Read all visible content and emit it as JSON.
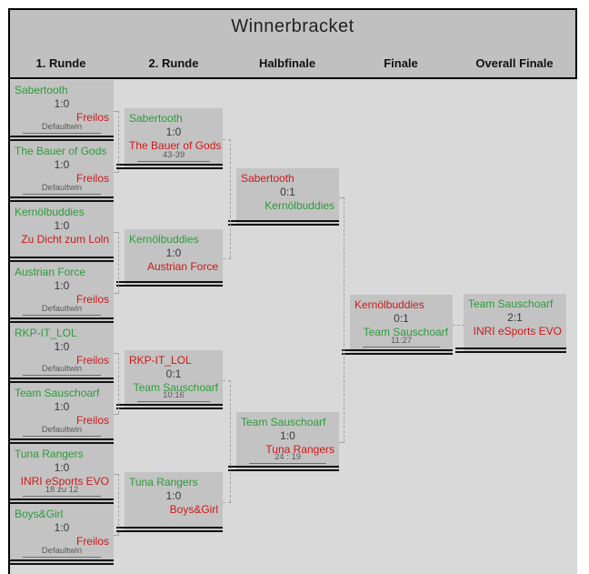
{
  "title": "Winnerbracket",
  "columns": [
    {
      "label": "1. Runde"
    },
    {
      "label": "2. Runde"
    },
    {
      "label": "Halbfinale"
    },
    {
      "label": "Finale"
    },
    {
      "label": "Overall Finale"
    }
  ],
  "colors": {
    "winner": "#2e9b3c",
    "loser": "#cc1a1a",
    "score": "#3a3a3a",
    "note": "#5a5a5a",
    "box_bg": "#c3c3c3",
    "header_bg": "#c0c0c0",
    "area_bg": "#d9d9d9",
    "frame_border": "#000000",
    "double_line": "#111111",
    "connector": "#a3a3a3"
  },
  "rounds": [
    {
      "name": "1. Runde",
      "matches": [
        {
          "t1": "Sabertooth",
          "t2": "Freilos",
          "score": "1:0",
          "winner": 1,
          "note": "Defaultwin"
        },
        {
          "t1": "The Bauer of Gods",
          "t2": "Freilos",
          "score": "1:0",
          "winner": 1,
          "note": "Defaultwin"
        },
        {
          "t1": "Kernölbuddies",
          "t2": "Zu Dicht zum Loln",
          "score": "1:0",
          "winner": 1,
          "note": ""
        },
        {
          "t1": "Austrian Force",
          "t2": "Freilos",
          "score": "1:0",
          "winner": 1,
          "note": "Defaultwin"
        },
        {
          "t1": "RKP-IT_LOL",
          "t2": "Freilos",
          "score": "1:0",
          "winner": 1,
          "note": "Defaultwin"
        },
        {
          "t1": "Team Sauschoarf",
          "t2": "Freilos",
          "score": "1:0",
          "winner": 1,
          "note": "Defaultwin"
        },
        {
          "t1": "Tuna Rangers",
          "t2": "INRI eSports EVO",
          "score": "1:0",
          "winner": 1,
          "note": "18 zu 12"
        },
        {
          "t1": "Boys&Girl",
          "t2": "Freilos",
          "score": "1:0",
          "winner": 1,
          "note": "Defaultwin"
        }
      ]
    },
    {
      "name": "2. Runde",
      "matches": [
        {
          "t1": "Sabertooth",
          "t2": "The Bauer of Gods",
          "score": "1:0",
          "winner": 1,
          "note": "43-39"
        },
        {
          "t1": "Kernölbuddies",
          "t2": "Austrian Force",
          "score": "1:0",
          "winner": 1,
          "note": ""
        },
        {
          "t1": "RKP-IT_LOL",
          "t2": "Team Sauschoarf",
          "score": "0:1",
          "winner": 2,
          "note": "10:16"
        },
        {
          "t1": "Tuna Rangers",
          "t2": "Boys&Girl",
          "score": "1:0",
          "winner": 1,
          "note": ""
        }
      ]
    },
    {
      "name": "Halbfinale",
      "matches": [
        {
          "t1": "Sabertooth",
          "t2": "Kernölbuddies",
          "score": "0:1",
          "winner": 2,
          "note": ""
        },
        {
          "t1": "Team Sauschoarf",
          "t2": "Tuna Rangers",
          "score": "1:0",
          "winner": 1,
          "note": "24 : 19"
        }
      ]
    },
    {
      "name": "Finale",
      "matches": [
        {
          "t1": "Kernölbuddies",
          "t2": "Team Sauschoarf",
          "score": "0:1",
          "winner": 2,
          "note": "11:27"
        }
      ]
    },
    {
      "name": "Overall Finale",
      "matches": [
        {
          "t1": "Team Sauschoarf",
          "t2": "INRI eSports EVO",
          "score": "2:1",
          "winner": 1,
          "note": ""
        }
      ]
    }
  ]
}
